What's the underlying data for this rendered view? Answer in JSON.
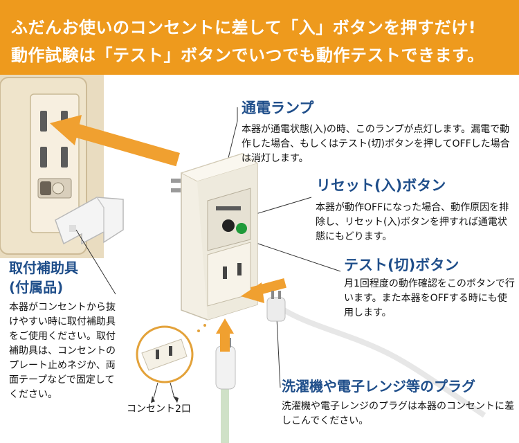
{
  "banner": {
    "line1": "ふだんお使いのコンセントに差して「入」ボタンを押すだけ!",
    "line2": "動作試験は「テスト」ボタンでいつでも動作テストできます。",
    "background_color": "#ee9a1d",
    "text_color": "#ffffff"
  },
  "callouts": {
    "lamp": {
      "title": "通電ランプ",
      "body": "本器が通電状態(入)の時、このランプが点灯します。漏電で動作した場合、もしくはテスト(切)ボタンを押してOFFした場合は消灯します。"
    },
    "reset": {
      "title": "リセット(入)ボタン",
      "body": "本器が動作OFFになった場合、動作原因を排除し、リセット(入)ボタンを押すれば通電状態にもどります。"
    },
    "test": {
      "title": "テスト(切)ボタン",
      "body": "月1回程度の動作確認をこのボタンで行います。また本器をOFFする時にも使用します。"
    },
    "plug": {
      "title": "洗濯機や電子レンジ等のプラグ",
      "body": "洗濯機や電子レンジのプラグは本器のコンセントに差しこんでください。"
    },
    "accessory": {
      "title_line1": "取付補助具",
      "title_line2": "(付属品)",
      "body": "本器がコンセントから抜けやすい時に取付補助具をご使用ください。取付補助具は、コンセントのプレート止めネジか、両面テープなどで固定してください。"
    },
    "outlet_label": "コンセント2口"
  },
  "colors": {
    "heading": "#1f4e8a",
    "arrow": "#f0a030",
    "green_button": "#1f9a3a",
    "lamp": "#222222"
  }
}
